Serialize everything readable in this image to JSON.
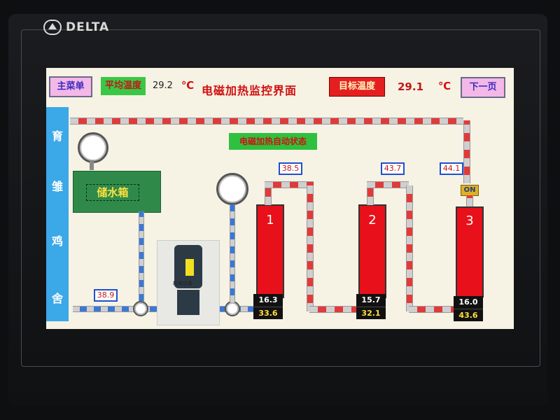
{
  "device": {
    "brand": "DELTA"
  },
  "header": {
    "main_menu_label": "主菜单",
    "avg_temp_label": "平均温度",
    "avg_temp_value": "29.2",
    "avg_temp_unit": "℃",
    "page_title": "电磁加热监控界面",
    "target_temp_label": "目标温度",
    "target_temp_value": "29.1",
    "target_temp_unit": "℃",
    "next_page_label": "下一页"
  },
  "sidebar": {
    "chars": [
      "育",
      "雏",
      "鸡",
      "舍"
    ]
  },
  "status_label": "电磁加热自动状态",
  "tank_label": "储水箱",
  "pump_label": "机电设备",
  "inlet_temp": "38.9",
  "heaters": [
    {
      "number": "1",
      "outlet_temp": "38.5",
      "top_value": "16.3",
      "bottom_value": "33.6"
    },
    {
      "number": "2",
      "outlet_temp": "43.7",
      "top_value": "15.7",
      "bottom_value": "32.1"
    },
    {
      "number": "3",
      "outlet_temp": "44.1",
      "top_value": "16.0",
      "bottom_value": "43.6"
    }
  ],
  "valve_state": "ON",
  "colors": {
    "accent_red": "#e8101a",
    "accent_blue": "#3ba8e8",
    "accent_green": "#39c845",
    "pink": "#f3b8e8"
  }
}
